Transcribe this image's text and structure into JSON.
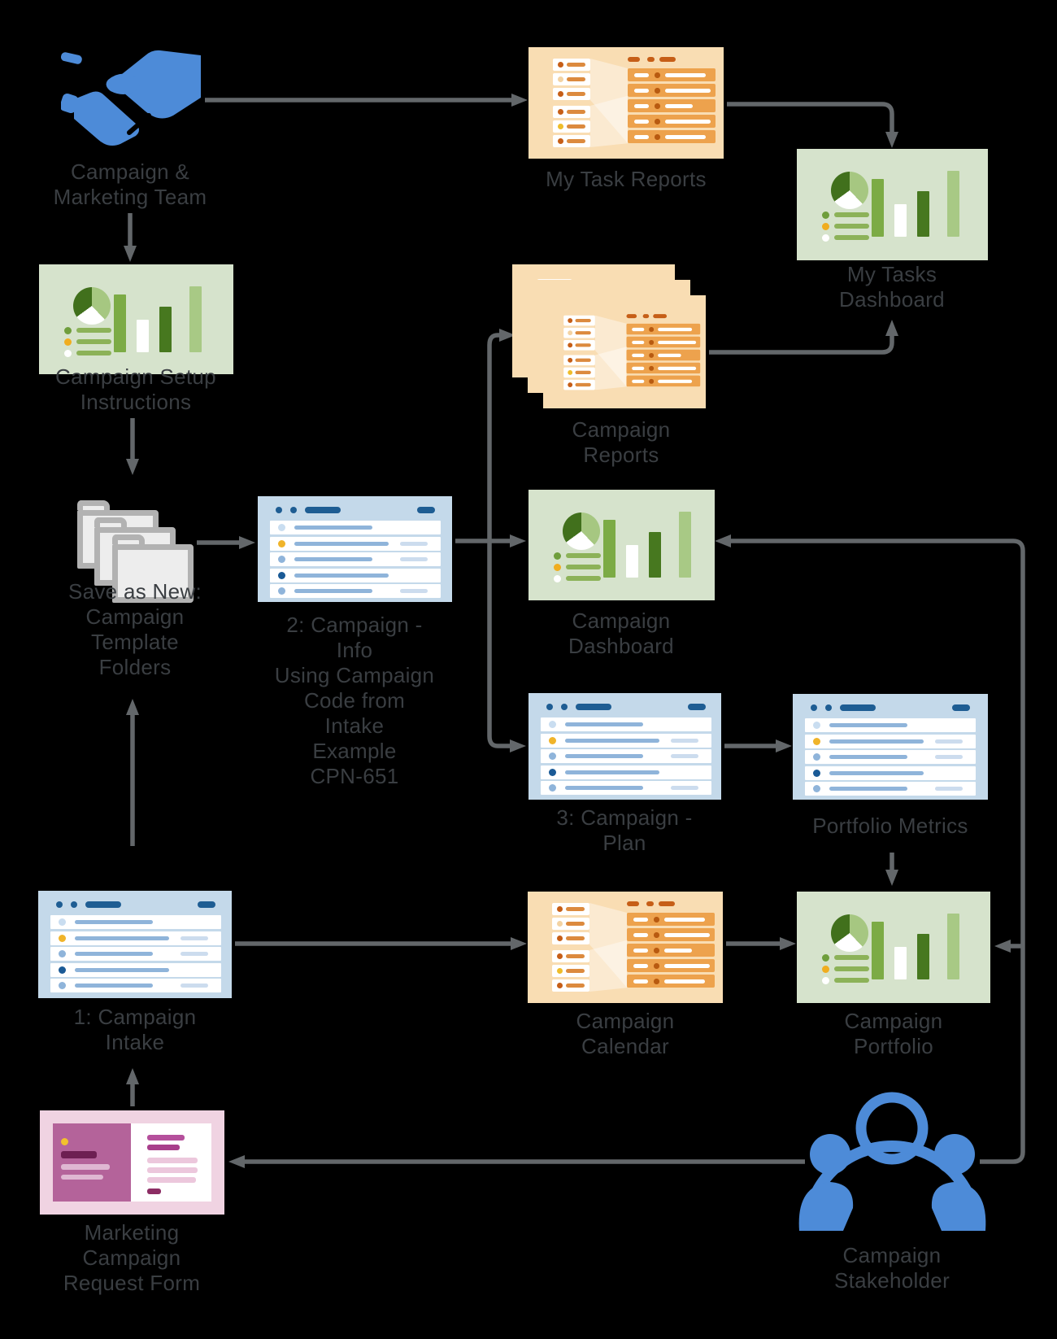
{
  "diagram": {
    "background_color": "#000000",
    "text_color": "#3a3e42",
    "arrow_color": "#63676a",
    "accent_blue": "#4d8bd8",
    "card_colors": {
      "green": "#d6e3cc",
      "orange": "#f9ddb3",
      "blue": "#c4d9ea",
      "pink": "#f0d3e2"
    },
    "nodes": {
      "team": {
        "label": "Campaign &\nMarketing Team",
        "icon": "handshake-icon"
      },
      "setup_instructions": {
        "label": "Campaign Setup\nInstructions",
        "card": "green-dashboard"
      },
      "template_folders": {
        "label": "Save as New:\nCampaign\nTemplate\nFolders",
        "icon": "folder-stack-icon"
      },
      "campaign_info": {
        "label": "2: Campaign -\nInfo\nUsing Campaign\nCode from\nIntake\nExample\nCPN-651",
        "card": "blue-list"
      },
      "my_task_reports": {
        "label": "My Task Reports",
        "card": "orange-report"
      },
      "my_tasks_dashboard": {
        "label": "My Tasks\nDashboard",
        "card": "green-dashboard"
      },
      "campaign_reports": {
        "label": "Campaign\nReports",
        "card": "orange-report-stack"
      },
      "campaign_dashboard": {
        "label": "Campaign\nDashboard",
        "card": "green-dashboard"
      },
      "campaign_plan": {
        "label": "3: Campaign -\nPlan",
        "card": "blue-list"
      },
      "portfolio_metrics": {
        "label": "Portfolio Metrics",
        "card": "blue-list"
      },
      "campaign_intake": {
        "label": "1: Campaign\nIntake",
        "card": "blue-list"
      },
      "campaign_calendar": {
        "label": "Campaign\nCalendar",
        "card": "orange-report"
      },
      "campaign_portfolio": {
        "label": "Campaign\nPortfolio",
        "card": "green-dashboard"
      },
      "request_form": {
        "label": "Marketing\nCampaign\nRequest Form",
        "card": "pink-form"
      },
      "stakeholder": {
        "label": "Campaign\nStakeholder",
        "icon": "people-icon"
      }
    }
  }
}
